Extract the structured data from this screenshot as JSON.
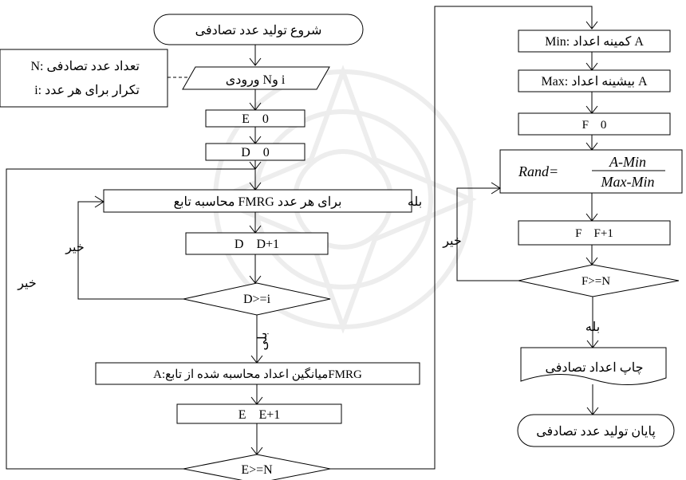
{
  "left_flow": {
    "start": "شروع تولید عدد تصادفی",
    "input": "ورودی  Nو i",
    "note_line1": "N: تعداد عدد تصادفی",
    "note_line2": "i: تکرار برای هر عدد",
    "e_init": "E    0",
    "d_init": "D    0",
    "calc": "محاسبه تابع FMRG برای هر عدد",
    "d_inc": "D    D+1",
    "d_check": "D>=i",
    "no_inner": "خیر",
    "yes_inner": "بلی",
    "average": "A:میانگین اعداد محاسبه شده از تابعFMRG",
    "e_inc": "E    E+1",
    "e_check": "E>=N",
    "no_outer": "خیر",
    "yes_outer": "بله"
  },
  "right_flow": {
    "min": "Min: کمینه اعداد A",
    "max": "Max: بیشینه اعداد A",
    "f_init": "F    0",
    "rand_label": "Rand=",
    "rand_num": "A-Min",
    "rand_den": "Max-Min",
    "f_inc": "F    F+1",
    "f_check": "F>=N",
    "no": "خیر",
    "yes": "بله",
    "print": "چاپ اعداد تصادفی",
    "end": "پایان تولید عدد تصادفی"
  }
}
